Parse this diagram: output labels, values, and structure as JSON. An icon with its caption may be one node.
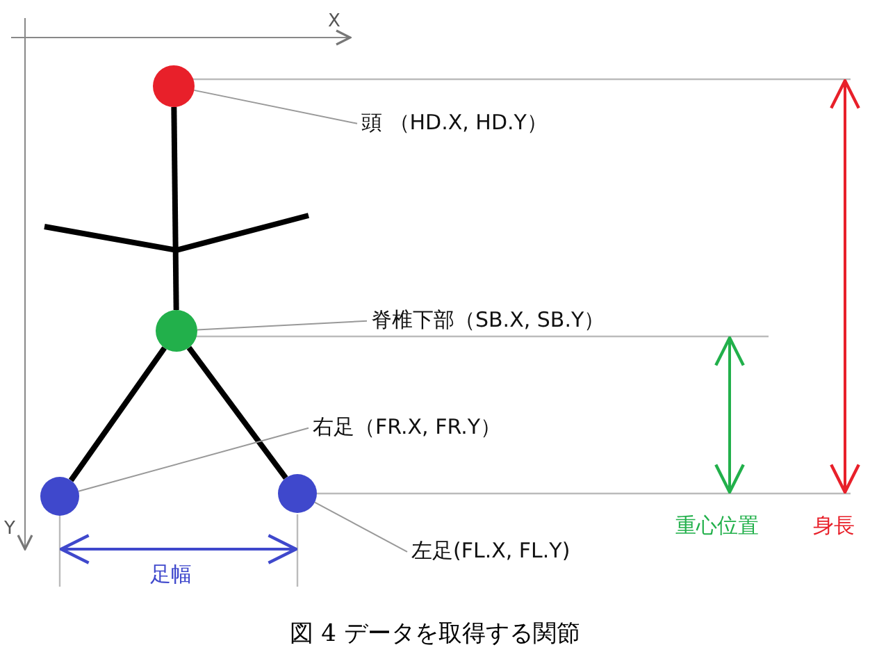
{
  "diagram": {
    "caption": "図 4 データを取得する関節",
    "nodes": [
      {
        "text": [],
        "shape": "circle"
      },
      {
        "text": [],
        "shape": "circle"
      },
      {
        "text": [],
        "shape": "circle"
      },
      {
        "text": [],
        "shape": "circle"
      },
      {
        "text": [
          "頭 （HD.X, HD.Y）"
        ]
      },
      {
        "text": [
          "脊椎下部（SB.X, SB.Y）"
        ]
      },
      {
        "text": [
          "右足（FR.X, FR.Y）"
        ]
      },
      {
        "text": [
          "左足(FL.X, FL.Y)"
        ]
      }
    ],
    "edges": [
      {
        "from": 0,
        "to": 1,
        "arrow": "none",
        "style": "thick",
        "color": "#000000"
      },
      {
        "from": 1,
        "to": 2,
        "arrow": "none",
        "style": "thick",
        "color": "#000000"
      },
      {
        "from": 1,
        "to": 3,
        "arrow": "none",
        "style": "thick",
        "color": "#000000"
      },
      {
        "from": 4,
        "to": 0,
        "arrow": "none"
      },
      {
        "from": 5,
        "to": 1,
        "arrow": "none"
      },
      {
        "from": 6,
        "to": 2,
        "arrow": "none"
      },
      {
        "from": 7,
        "to": 3,
        "arrow": "none"
      }
    ],
    "labels": [
      "X",
      "Y",
      "重心位置",
      "身長",
      "足幅"
    ]
  }
}
